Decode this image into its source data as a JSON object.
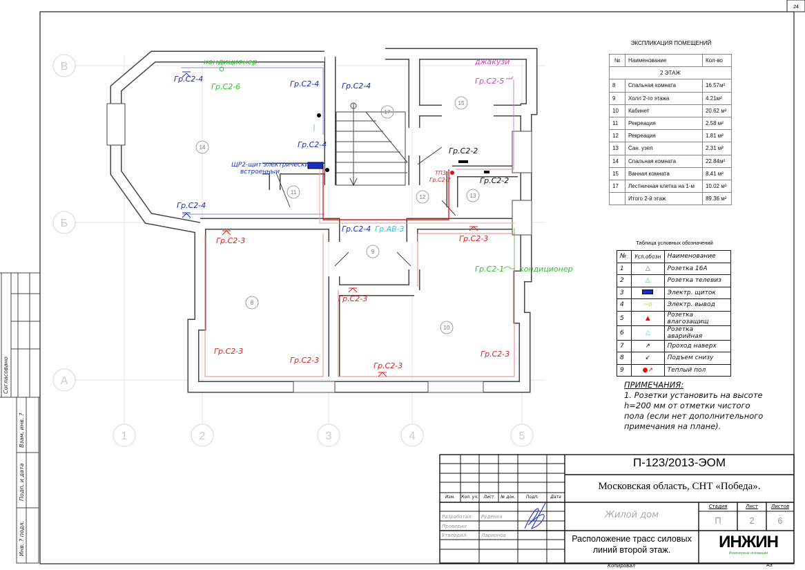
{
  "sheet_corner": "24",
  "axes": {
    "rows": [
      "В",
      "Б",
      "А"
    ],
    "cols": [
      "1",
      "2",
      "3",
      "4",
      "5"
    ]
  },
  "rooms": [
    "14",
    "17",
    "15",
    "11",
    "12",
    "13",
    "9",
    "8",
    "10"
  ],
  "plan": {
    "labels": [
      "кондиционер",
      "Гр.С2-4",
      "Гр.С2-6",
      "Гр.С2-4",
      "Гр.С2-4",
      "джакузи",
      "Гр.С2-5",
      "Гр.С2-4",
      "ЩР2-щит электрическии",
      "встроенныи",
      "Гр.С2-2",
      "ТП3",
      "Гр.С2-7",
      "Гр.С2-2",
      "Гр.С2-4",
      "Гр.С2-4",
      "Гр.АВ-3",
      "Гр.С2-3",
      "Гр.С2-3",
      "Гр.С2-1",
      "кондиционер",
      "Гр.С2-3",
      "Гр.С2-3",
      "Гр.С2-3",
      "Гр.С2-3",
      "Гр.С2-3"
    ]
  },
  "explication": {
    "title": "ЭКСПЛИКАЦИЯ ПОМЕЩЕНИЙ",
    "headers": [
      "№",
      "Наименование",
      "Кол-во"
    ],
    "floor": "2  ЭТАЖ",
    "rows": [
      [
        "8",
        "Спальная комната",
        "16.57м²"
      ],
      [
        "9",
        "Холл 2-го этажа",
        "4.21м²"
      ],
      [
        "10",
        "Кабинет",
        "20.62 м²"
      ],
      [
        "11",
        "Рекреация",
        "2.58 м²"
      ],
      [
        "12",
        "Рекреация",
        "1.81 м²"
      ],
      [
        "13",
        "Сан. узел",
        "2.31 м²"
      ],
      [
        "14",
        "Спальная комната",
        "22.84м²"
      ],
      [
        "15",
        "Ванная комната",
        "8.41 м²"
      ],
      [
        "17",
        "Лестничная клетка на 1-м",
        "10.02 м²"
      ]
    ],
    "total": [
      "",
      "Итого 2-й этаж",
      "89.36 м²"
    ]
  },
  "legend": {
    "title": "Таблица условных обозначений",
    "headers": [
      "№",
      "Усл.обозн",
      "Наименование"
    ],
    "rows": [
      {
        "n": "1",
        "name": "Розетка 16А",
        "icon": "socket-icon",
        "color": "#e03030"
      },
      {
        "n": "2",
        "name": "Розетка телевиз",
        "icon": "tv-socket-icon",
        "color": "#3cc43c"
      },
      {
        "n": "3",
        "name": "Электр. щиток",
        "icon": "panel-icon",
        "color": "#1a2fc0"
      },
      {
        "n": "4",
        "name": "Электр. вывод",
        "icon": "outlet-lead-icon",
        "color": "#b8d040"
      },
      {
        "n": "5",
        "name": "Розетка влагозащищ",
        "icon": "waterproof-socket-icon",
        "color": "#e01010"
      },
      {
        "n": "6",
        "name": "Розетка аварийная",
        "icon": "emergency-socket-icon",
        "color": "#30d0d8"
      },
      {
        "n": "7",
        "name": "Проход наверх",
        "icon": "pass-up-icon",
        "color": "#000000"
      },
      {
        "n": "8",
        "name": "Подъем снизу",
        "icon": "rise-from-below-icon",
        "color": "#000000"
      },
      {
        "n": "9",
        "name": "Теплый пол",
        "icon": "heated-floor-icon",
        "color": "#e01010"
      }
    ]
  },
  "notes": {
    "title": "ПРИМЕЧАНИЯ:",
    "lines": [
      "1.  Розетки  установить  на  высоте",
      "h=200  мм    от  отметки  чистого",
      "пола   (если  нет  дополнительного",
      "примечания  на  плане)."
    ]
  },
  "stamp_left": [
    "Согласовано",
    "Взам. инв. ?",
    "Подп. и дата",
    "Инв. ? подл."
  ],
  "title_block": {
    "code": "П-123/2013-ЭОМ",
    "location": "Московская область, СНТ «Победа».",
    "headers": [
      "Изм.",
      "Кол. уч.",
      "Лист",
      "№ док.",
      "Подп.",
      "Дата"
    ],
    "roles": [
      [
        "Разработал",
        "Руденко"
      ],
      [
        "Проверил",
        ""
      ],
      [
        "Утвердил",
        "Ларионов"
      ]
    ],
    "object": "Жилой дом",
    "stage_headers": [
      "Стадия",
      "Лист",
      "Листов"
    ],
    "stage_values": [
      "П",
      "2",
      "6"
    ],
    "sheet_title_1": "Расположение трасс силовых",
    "sheet_title_2": "линий второй этаж.",
    "logo": "ИНЖИН",
    "logo_sub": "Инженерные инновации",
    "copied": "Копировал",
    "format": "А3"
  },
  "colors": {
    "red": "#e02020",
    "blue": "#1a2fc0",
    "green": "#30c030",
    "magenta": "#d040d0",
    "cyan": "#30c8d8"
  }
}
